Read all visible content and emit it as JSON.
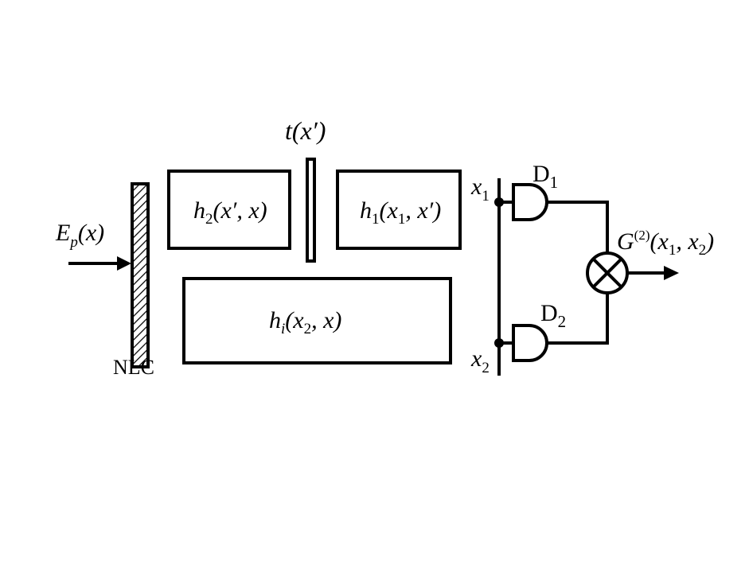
{
  "labels": {
    "pump": {
      "base": "E",
      "sub": "p",
      "arg": "(x)"
    },
    "crystal": "NLC",
    "mask": {
      "base": "t",
      "arg": "(x′)"
    },
    "box_h2": {
      "base": "h",
      "sub": "2",
      "arg": "(x′, x)"
    },
    "box_h1": {
      "base": "h",
      "sub": "1",
      "arg": "(x",
      "argsub": "1",
      "tail": ", x′)"
    },
    "box_hi": {
      "base": "h",
      "sub": "i",
      "arg": "(x",
      "argsub": "2",
      "tail": ", x)"
    },
    "x1": {
      "base": "x",
      "sub": "1"
    },
    "x2": {
      "base": "x",
      "sub": "2"
    },
    "d1": {
      "base": "D",
      "sub": "1"
    },
    "d2": {
      "base": "D",
      "sub": "2"
    },
    "correlation": {
      "base": "G",
      "sup": "(2)",
      "arg": "(x",
      "sub1": "1",
      "mid": ", x",
      "sub2": "2",
      "tail": ")"
    }
  },
  "colors": {
    "stroke": "#000000",
    "background": "#ffffff"
  }
}
